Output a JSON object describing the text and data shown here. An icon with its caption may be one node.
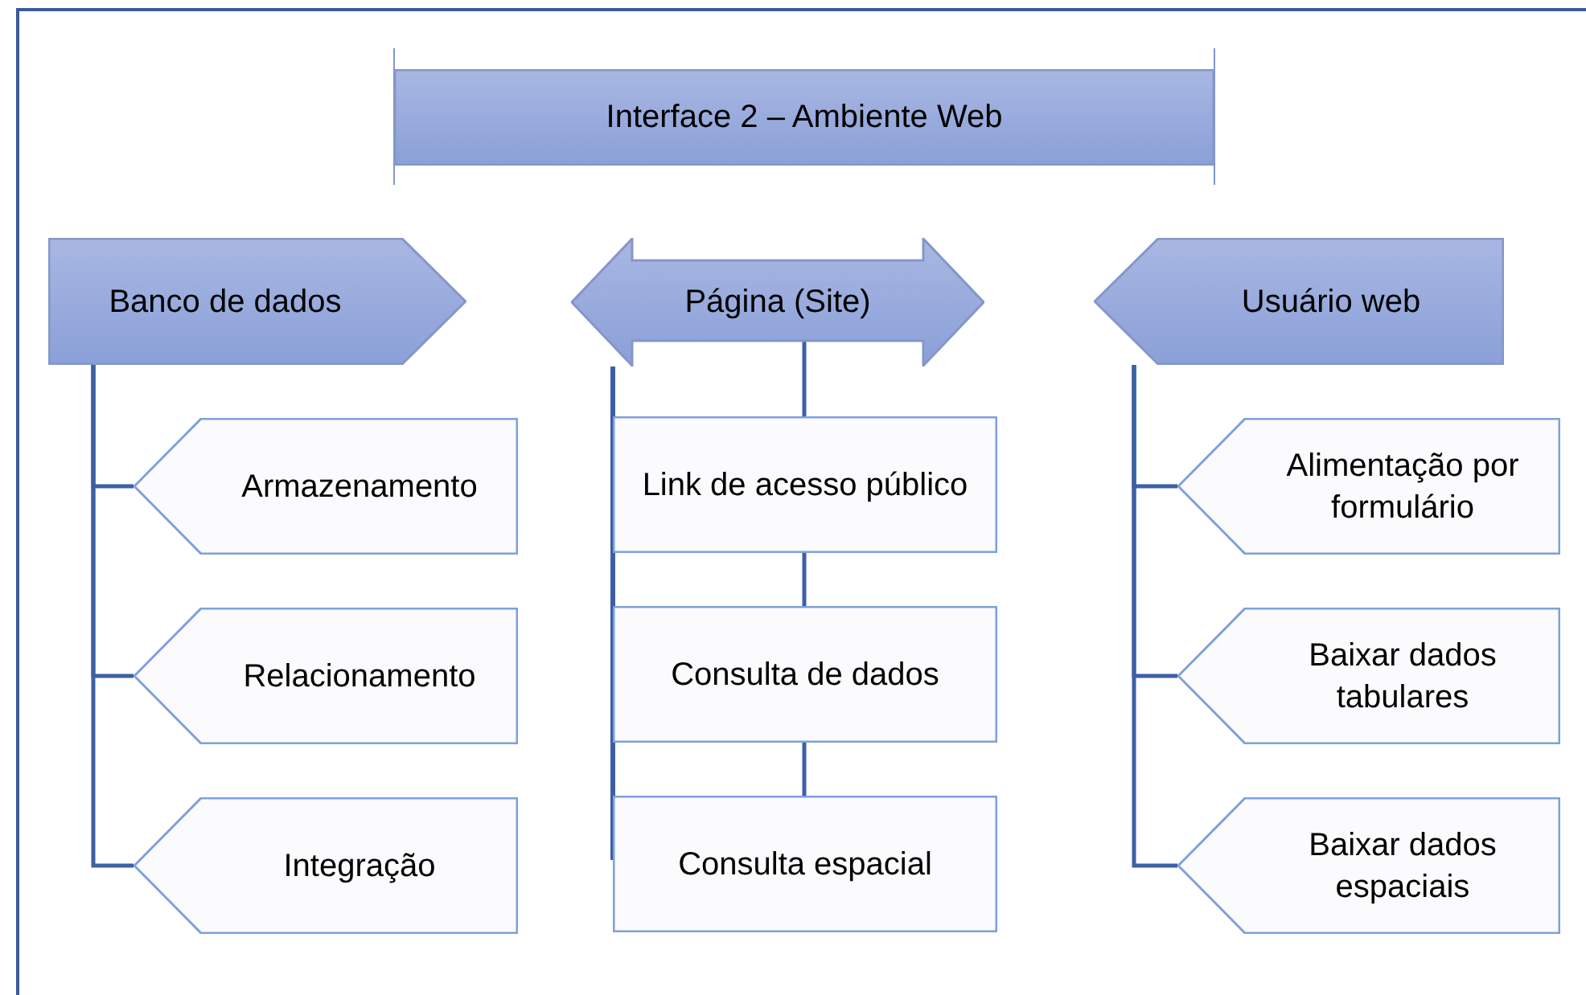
{
  "diagram": {
    "nodes": [
      {
        "text": [
          "Interface 2 – Ambiente Web"
        ]
      },
      {
        "text": [
          "Banco de dados"
        ]
      },
      {
        "text": [
          "Página (Site)"
        ]
      },
      {
        "text": [
          "Usuário web"
        ]
      },
      {
        "text": [
          "Armazenamento"
        ]
      },
      {
        "text": [
          "Relacionamento"
        ]
      },
      {
        "text": [
          "Integração"
        ]
      },
      {
        "text": [
          "Link de acesso público"
        ]
      },
      {
        "text": [
          "Consulta de dados"
        ]
      },
      {
        "text": [
          "Consulta espacial"
        ]
      },
      {
        "text": [
          "Alimentação por formulário"
        ]
      },
      {
        "text": [
          "Baixar dados tabulares"
        ]
      },
      {
        "text": [
          "Baixar dados espaciais"
        ]
      }
    ],
    "edges": [
      {
        "from": 1,
        "to": 4,
        "arrow": "none"
      },
      {
        "from": 1,
        "to": 5,
        "arrow": "none"
      },
      {
        "from": 1,
        "to": 6,
        "arrow": "none"
      },
      {
        "from": 2,
        "to": 7,
        "arrow": "none"
      },
      {
        "from": 7,
        "to": 8,
        "arrow": "none"
      },
      {
        "from": 8,
        "to": 9,
        "arrow": "none"
      },
      {
        "from": 3,
        "to": 10,
        "arrow": "none"
      },
      {
        "from": 3,
        "to": 11,
        "arrow": "none"
      },
      {
        "from": 3,
        "to": 12,
        "arrow": "none"
      }
    ]
  }
}
